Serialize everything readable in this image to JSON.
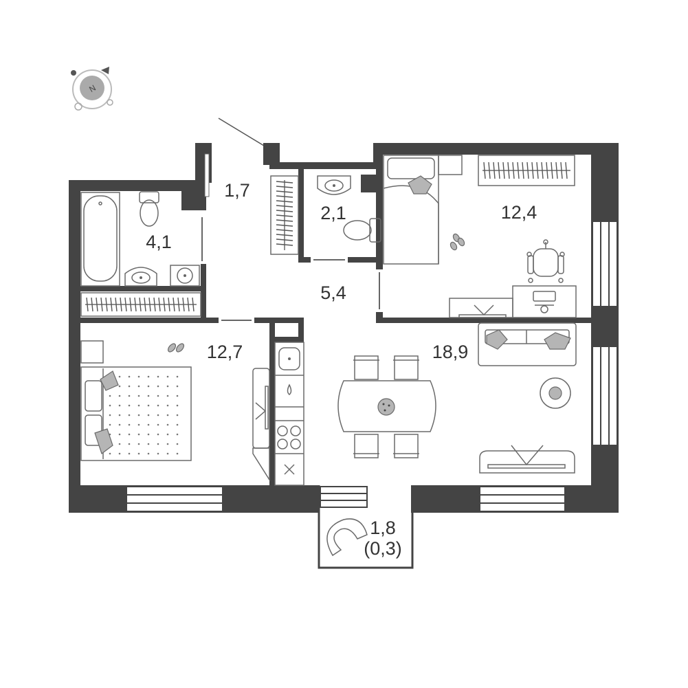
{
  "plan": {
    "rooms": [
      {
        "id": "bathroom",
        "area": "4,1"
      },
      {
        "id": "entry-hall",
        "area": "1,7"
      },
      {
        "id": "toilet",
        "area": "2,1"
      },
      {
        "id": "hallway",
        "area": "5,4"
      },
      {
        "id": "bedroom-right",
        "area": "12,4"
      },
      {
        "id": "bedroom-left",
        "area": "12,7"
      },
      {
        "id": "living-kitchen",
        "area": "18,9"
      },
      {
        "id": "balcony",
        "area": "1,8",
        "area_note": "(0,3)"
      }
    ],
    "compass": {
      "label": "N"
    }
  }
}
